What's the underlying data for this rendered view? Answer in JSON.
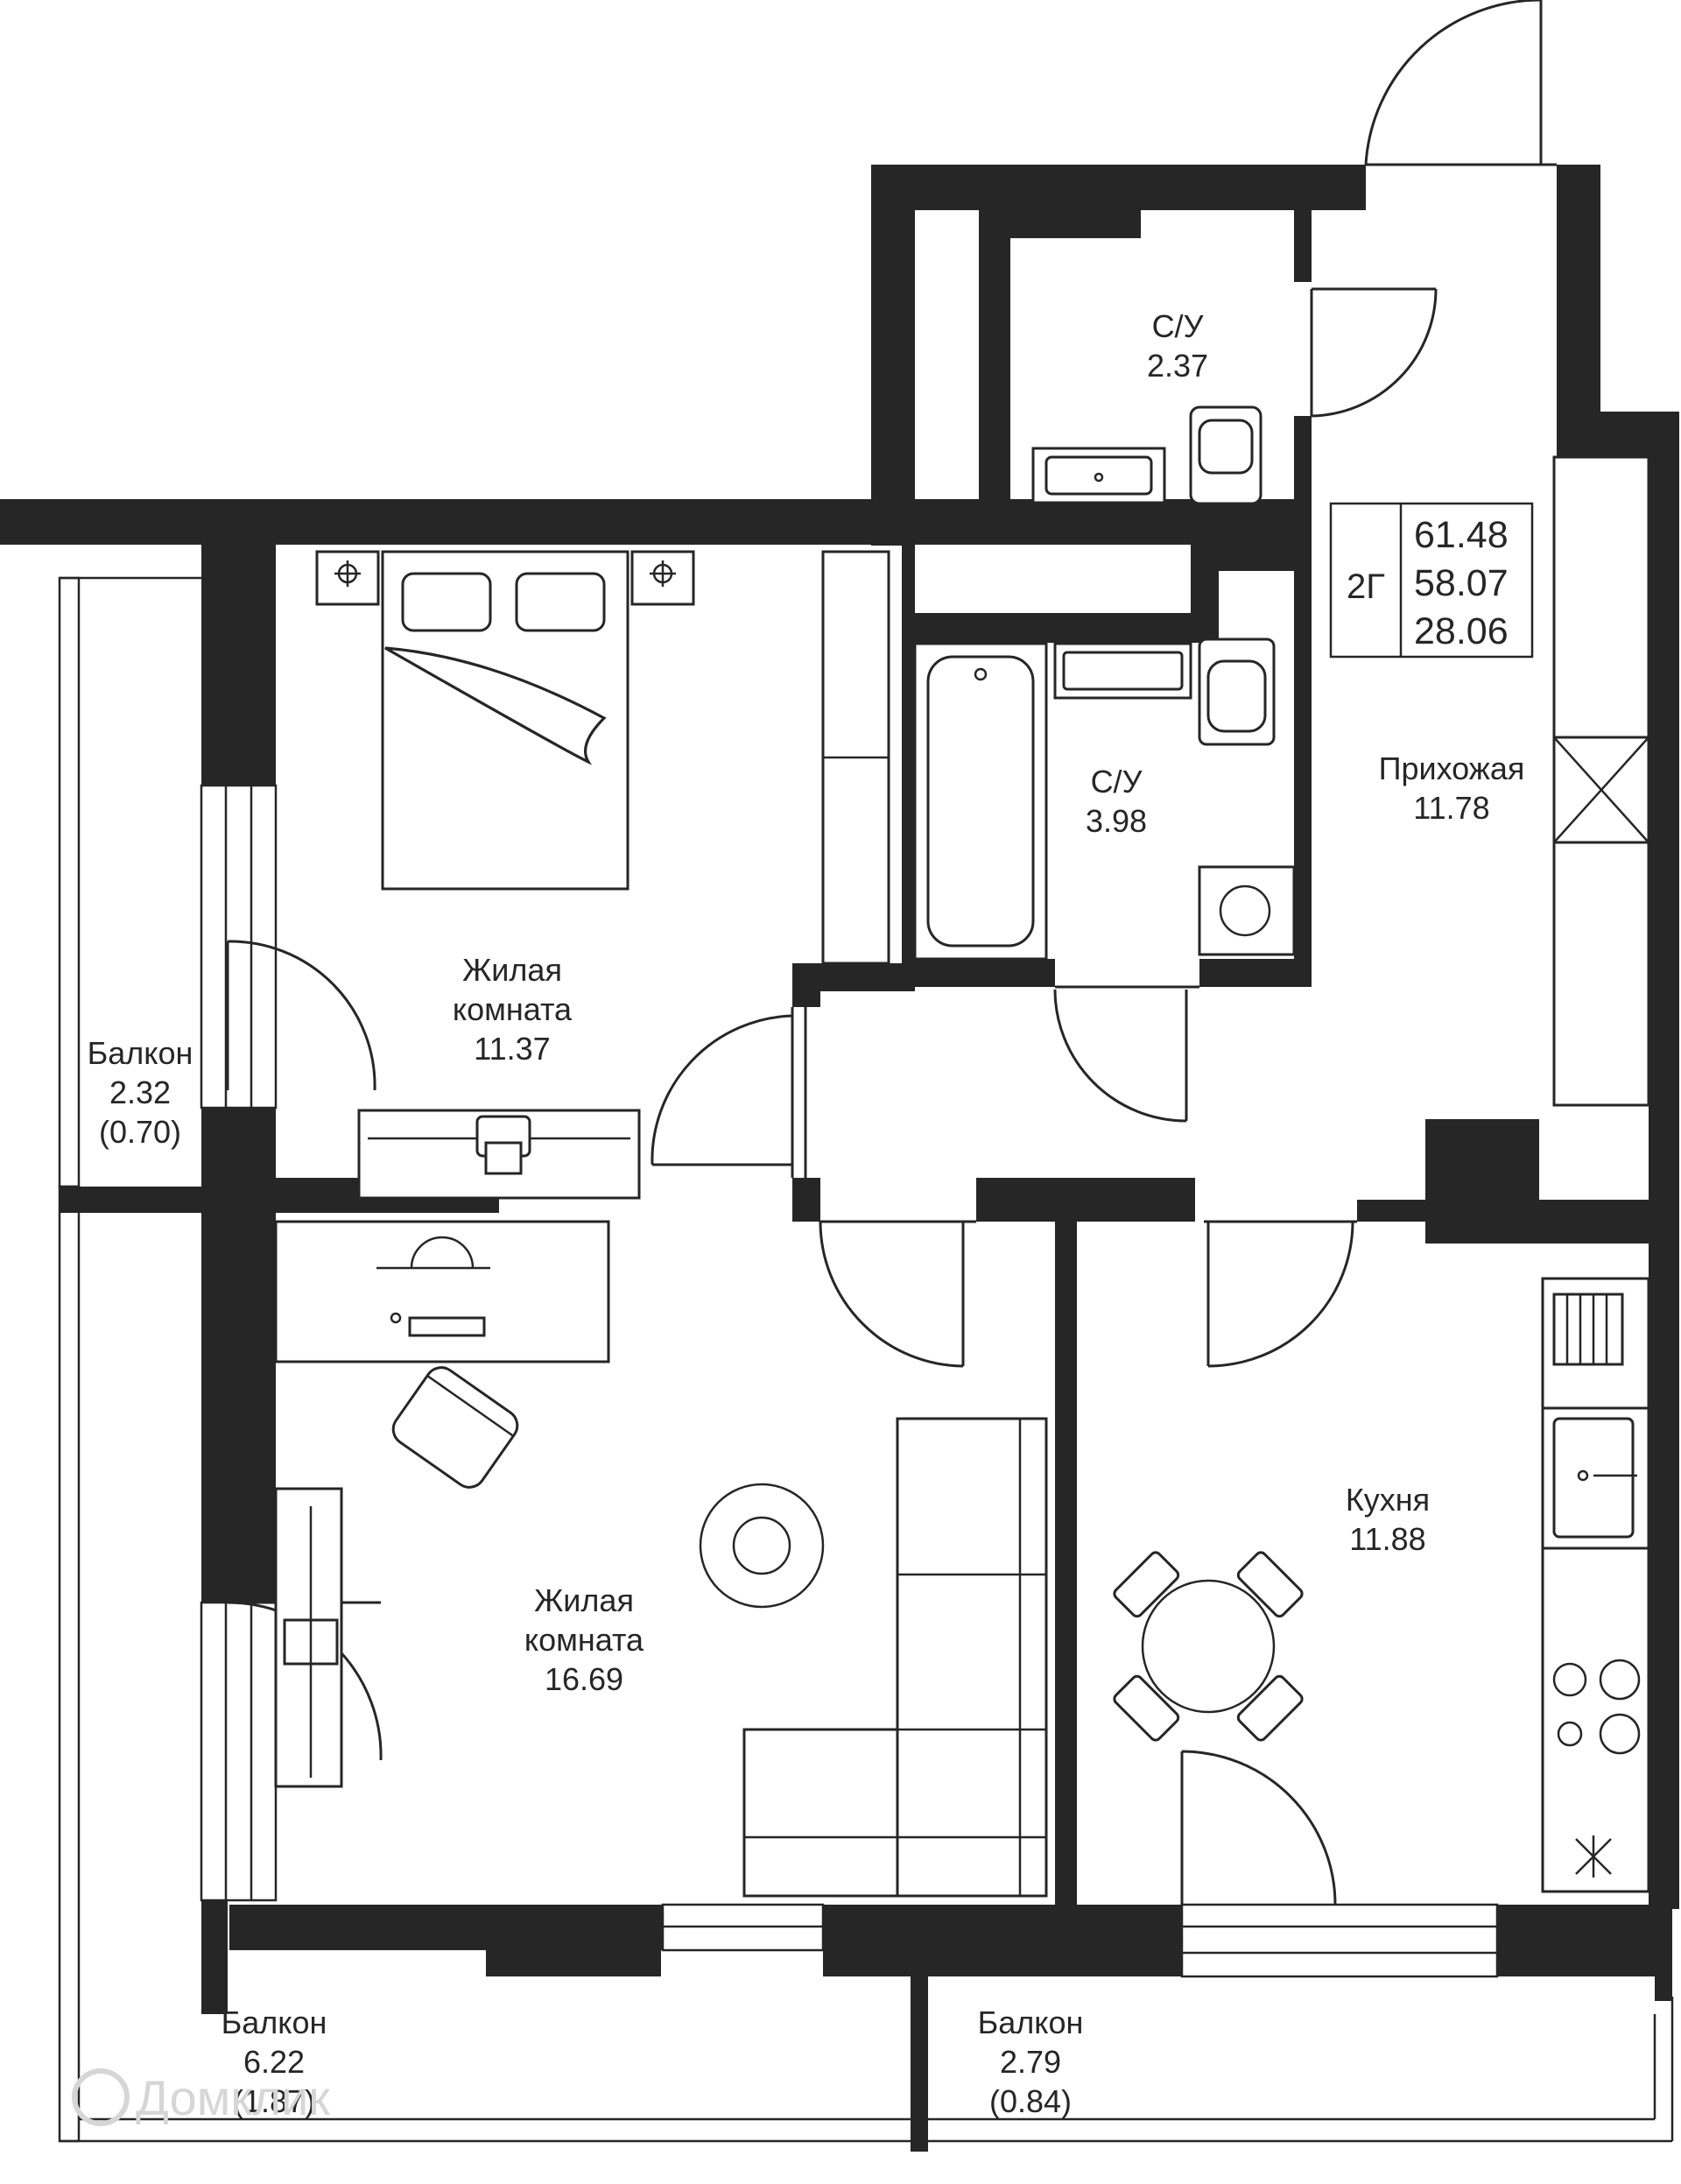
{
  "apartment": {
    "type": "2Г",
    "areas": [
      "61.48",
      "58.07",
      "28.06"
    ]
  },
  "rooms": {
    "bathroom_small": {
      "name": "С/У",
      "area": "2.37"
    },
    "bathroom_large": {
      "name": "С/У",
      "area": "3.98"
    },
    "hallway": {
      "name": "Прихожая",
      "area": "11.78"
    },
    "bedroom": {
      "name1": "Жилая",
      "name2": "комната",
      "area": "11.37"
    },
    "living": {
      "name1": "Жилая",
      "name2": "комната",
      "area": "16.69"
    },
    "kitchen": {
      "name": "Кухня",
      "area": "11.88"
    },
    "balcony_left": {
      "name": "Балкон",
      "area": "2.32",
      "reduced": "(0.70)"
    },
    "balcony_bottom_left": {
      "name": "Балкон",
      "area": "6.22",
      "reduced": "(1.87)"
    },
    "balcony_bottom_right": {
      "name": "Балкон",
      "area": "2.79",
      "reduced": "(0.84)"
    }
  },
  "watermark": "Домклик",
  "colors": {
    "wall": "#262626",
    "background": "#ffffff",
    "watermark": "#d6d6d6"
  }
}
